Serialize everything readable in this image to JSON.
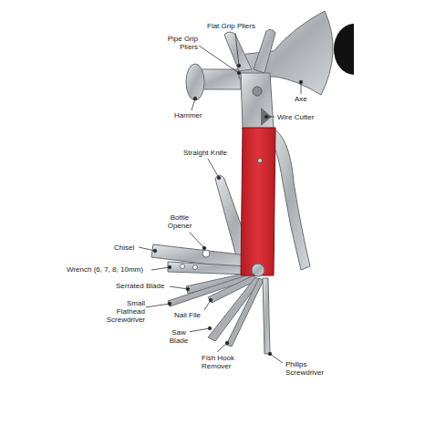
{
  "diagram": {
    "labels": [
      "Flat Grip Pliers",
      "Pipe Grip Pliers",
      "Axe",
      "Hammer",
      "Wire Cutter",
      "Straight Knife",
      "Bottle Opener",
      "Chisel",
      "Wrench (6, 7, 8, 10mm)",
      "Serrated Blade",
      "Small Flathead Screwdriver",
      "Nail File",
      "Saw Blade",
      "Fish Hook Remover",
      "Philips Screwdriver"
    ]
  }
}
